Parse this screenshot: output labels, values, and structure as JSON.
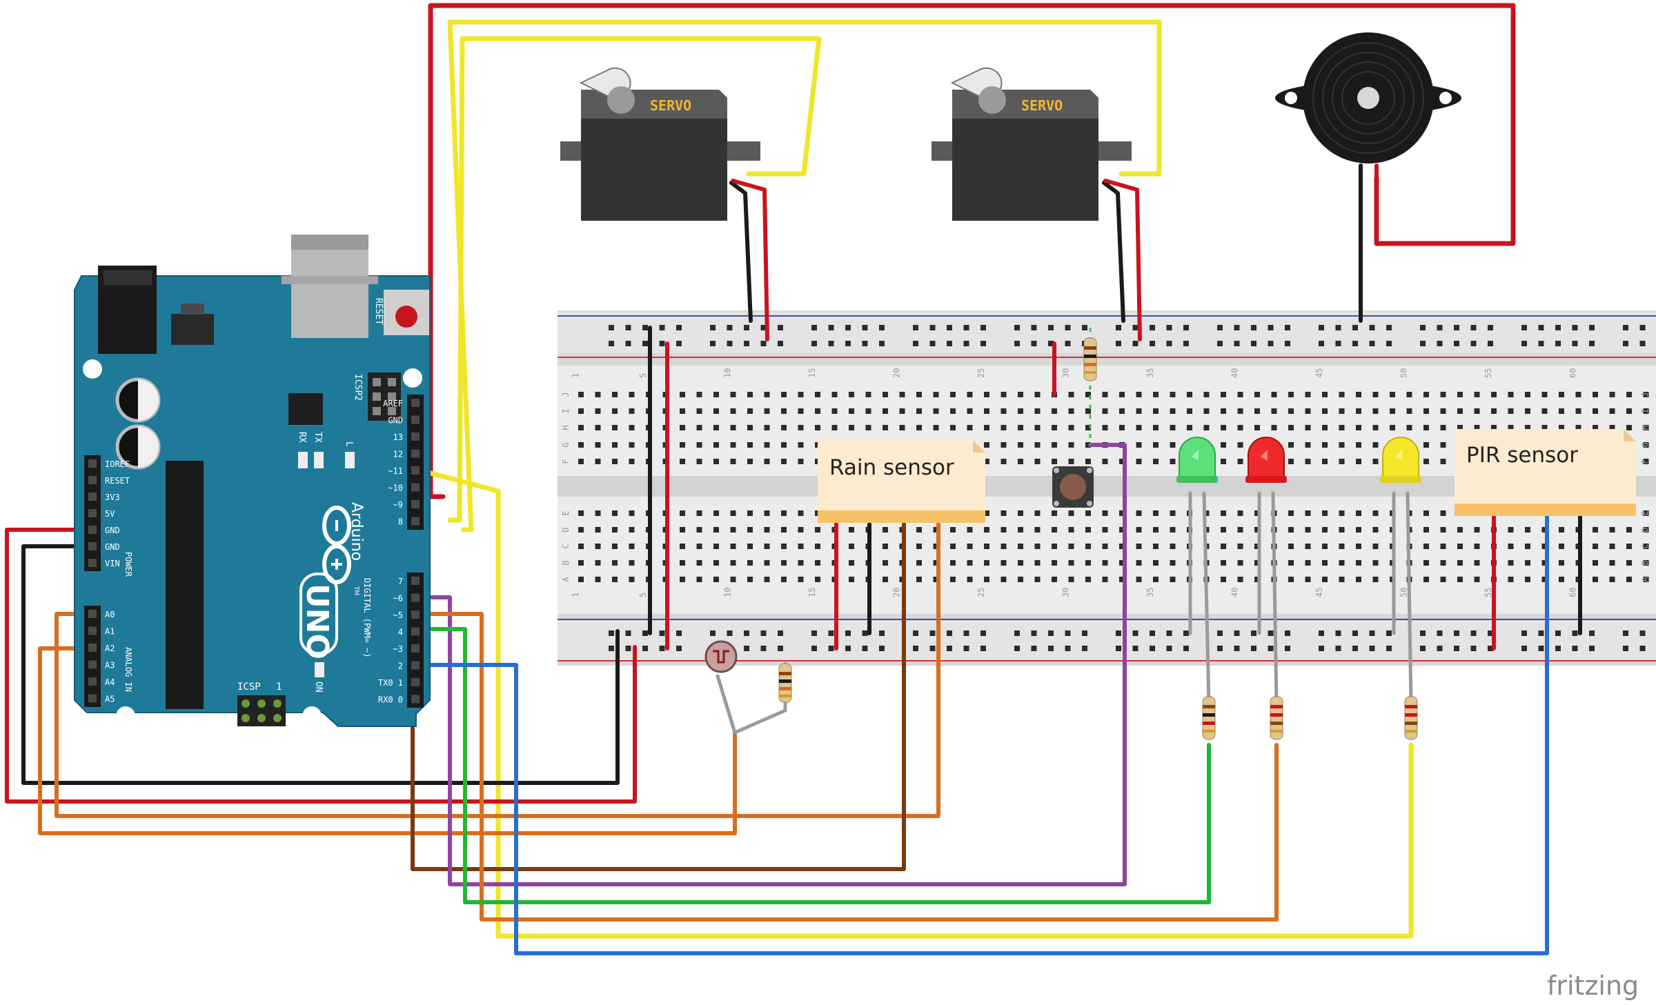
{
  "servo_label": "SERVO",
  "board": {
    "reset": "RESET",
    "icsp2": "ICSP2",
    "icsp": "ICSP",
    "tx": "TX",
    "rx": "RX",
    "l": "L",
    "on": "ON",
    "one": "1",
    "brand": "Arduino",
    "tm": "TM",
    "model": "UNO",
    "digital": "DIGITAL (PWM= ~)",
    "power": "POWER",
    "analog": "ANALOG IN",
    "power_pins": [
      "IOREF",
      "RESET",
      "3V3",
      "5V",
      "GND",
      "GND",
      "VIN"
    ],
    "analog_pins": [
      "A0",
      "A1",
      "A2",
      "A3",
      "A4",
      "A5"
    ],
    "digital_pins": [
      "AREF",
      "GND",
      "13",
      "12",
      "~11",
      "~10",
      "~9",
      "8",
      "7",
      "~6",
      "~5",
      "4",
      "~3",
      "2",
      "TX0 1",
      "RX0 0"
    ]
  },
  "breadboard": {
    "column_numbers": [
      "1",
      "5",
      "10",
      "15",
      "20",
      "25",
      "30",
      "35",
      "40",
      "45",
      "50",
      "55",
      "60"
    ],
    "row_letters_top": [
      "J",
      "I",
      "H",
      "G",
      "F"
    ],
    "row_letters_bottom": [
      "E",
      "D",
      "C",
      "B",
      "A"
    ]
  },
  "notes": {
    "rain": "Rain sensor",
    "pir": "PIR sensor"
  },
  "footer_logo": "fritzing",
  "colors": {
    "red": "#c8141e",
    "black": "#1a1a1a",
    "yellow": "#f0e628",
    "orange": "#d86e1e",
    "brown": "#7a3a0f",
    "purple": "#8e44a0",
    "green": "#1eb832",
    "blue": "#2a6dd0",
    "board": "#1f7a99",
    "breadboard": "#d9d9d9"
  }
}
